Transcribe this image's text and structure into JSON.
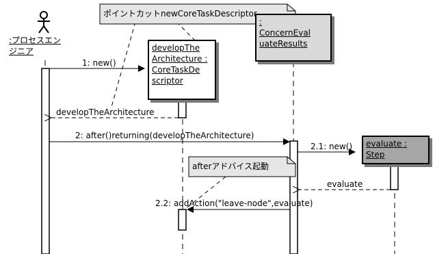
{
  "actor": {
    "name_line1": ":プロセスエン",
    "name_line2": "ジニア"
  },
  "objects": {
    "develop": {
      "line1": "developThe",
      "line2": "Architecture :",
      "line3": "CoreTaskDe",
      "line4": "scriptor"
    },
    "concern": {
      "line1": ":",
      "line2": "ConcernEval",
      "line3": "uateResults"
    },
    "evaluate": {
      "line1": "evaluate :",
      "line2": "Step"
    }
  },
  "notes": {
    "pointcut": "ポイントカットnewCoreTaskDescriptor",
    "after_advice": "afterアドバイス起動"
  },
  "messages": {
    "m1": "1: new()",
    "r1": "developTheArchitecture",
    "m2": "2: after()returning(developTheArchitecture)",
    "m21": "2.1: new()",
    "r21": "evaluate",
    "m22": "2.2: addAction(\"leave-node\",evaluate)"
  },
  "colors": {
    "note_fill": "#e6e6e6",
    "concern_fill": "#d9d9d9",
    "evaluate_fill": "#a6a6a6",
    "shadow": "#7a7a7a"
  }
}
